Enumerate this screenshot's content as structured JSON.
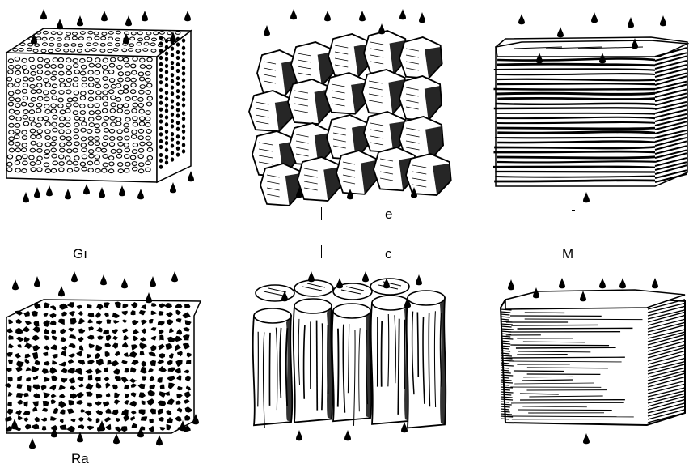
{
  "diagram": {
    "panels": [
      {
        "id": "granular",
        "label": "Gı",
        "texture": "fine-pores"
      },
      {
        "id": "blocky",
        "label": "",
        "texture": "angular-blocks"
      },
      {
        "id": "platy",
        "label": "M",
        "texture": "horizontal-plates"
      },
      {
        "id": "crumb",
        "label": "Ra",
        "texture": "coarse-crumbs"
      },
      {
        "id": "columnar",
        "label": "",
        "texture": "vertical-columns"
      },
      {
        "id": "massive",
        "label": "",
        "texture": "laminated-mass"
      }
    ],
    "fragments": {
      "top_middle": "e",
      "bottom_middle": "c"
    },
    "colors": {
      "ink": "#000000",
      "paper": "#ffffff"
    },
    "icons": [
      "water-drop-icon"
    ]
  }
}
